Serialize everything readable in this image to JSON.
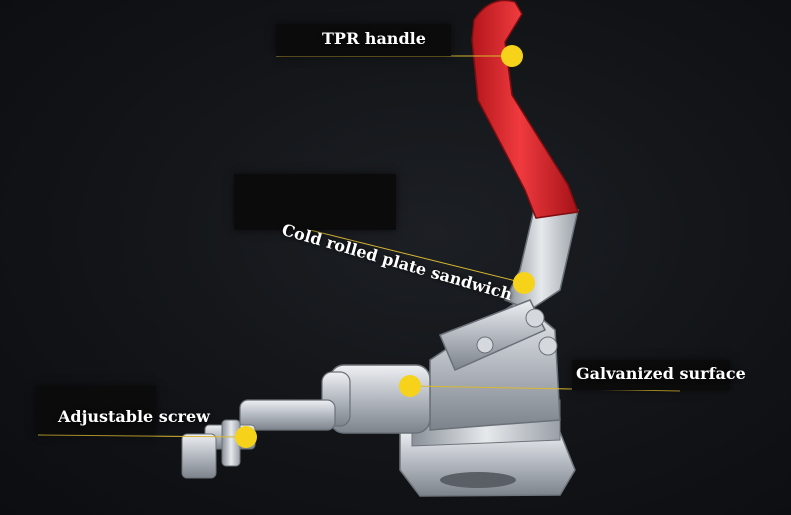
{
  "colors": {
    "background": "#121417",
    "handle_red": "#e0262c",
    "marker_yellow": "#f7d21a",
    "leader_line": "#d9b830",
    "label_bg": "#0b0b0c",
    "metal": "#c9cdd2"
  },
  "callouts": [
    {
      "text": "TPR handle"
    },
    {
      "text": "Cold rolled plate sandwich"
    },
    {
      "text": "Galvanized surface"
    },
    {
      "text": "Adjustable screw"
    }
  ]
}
